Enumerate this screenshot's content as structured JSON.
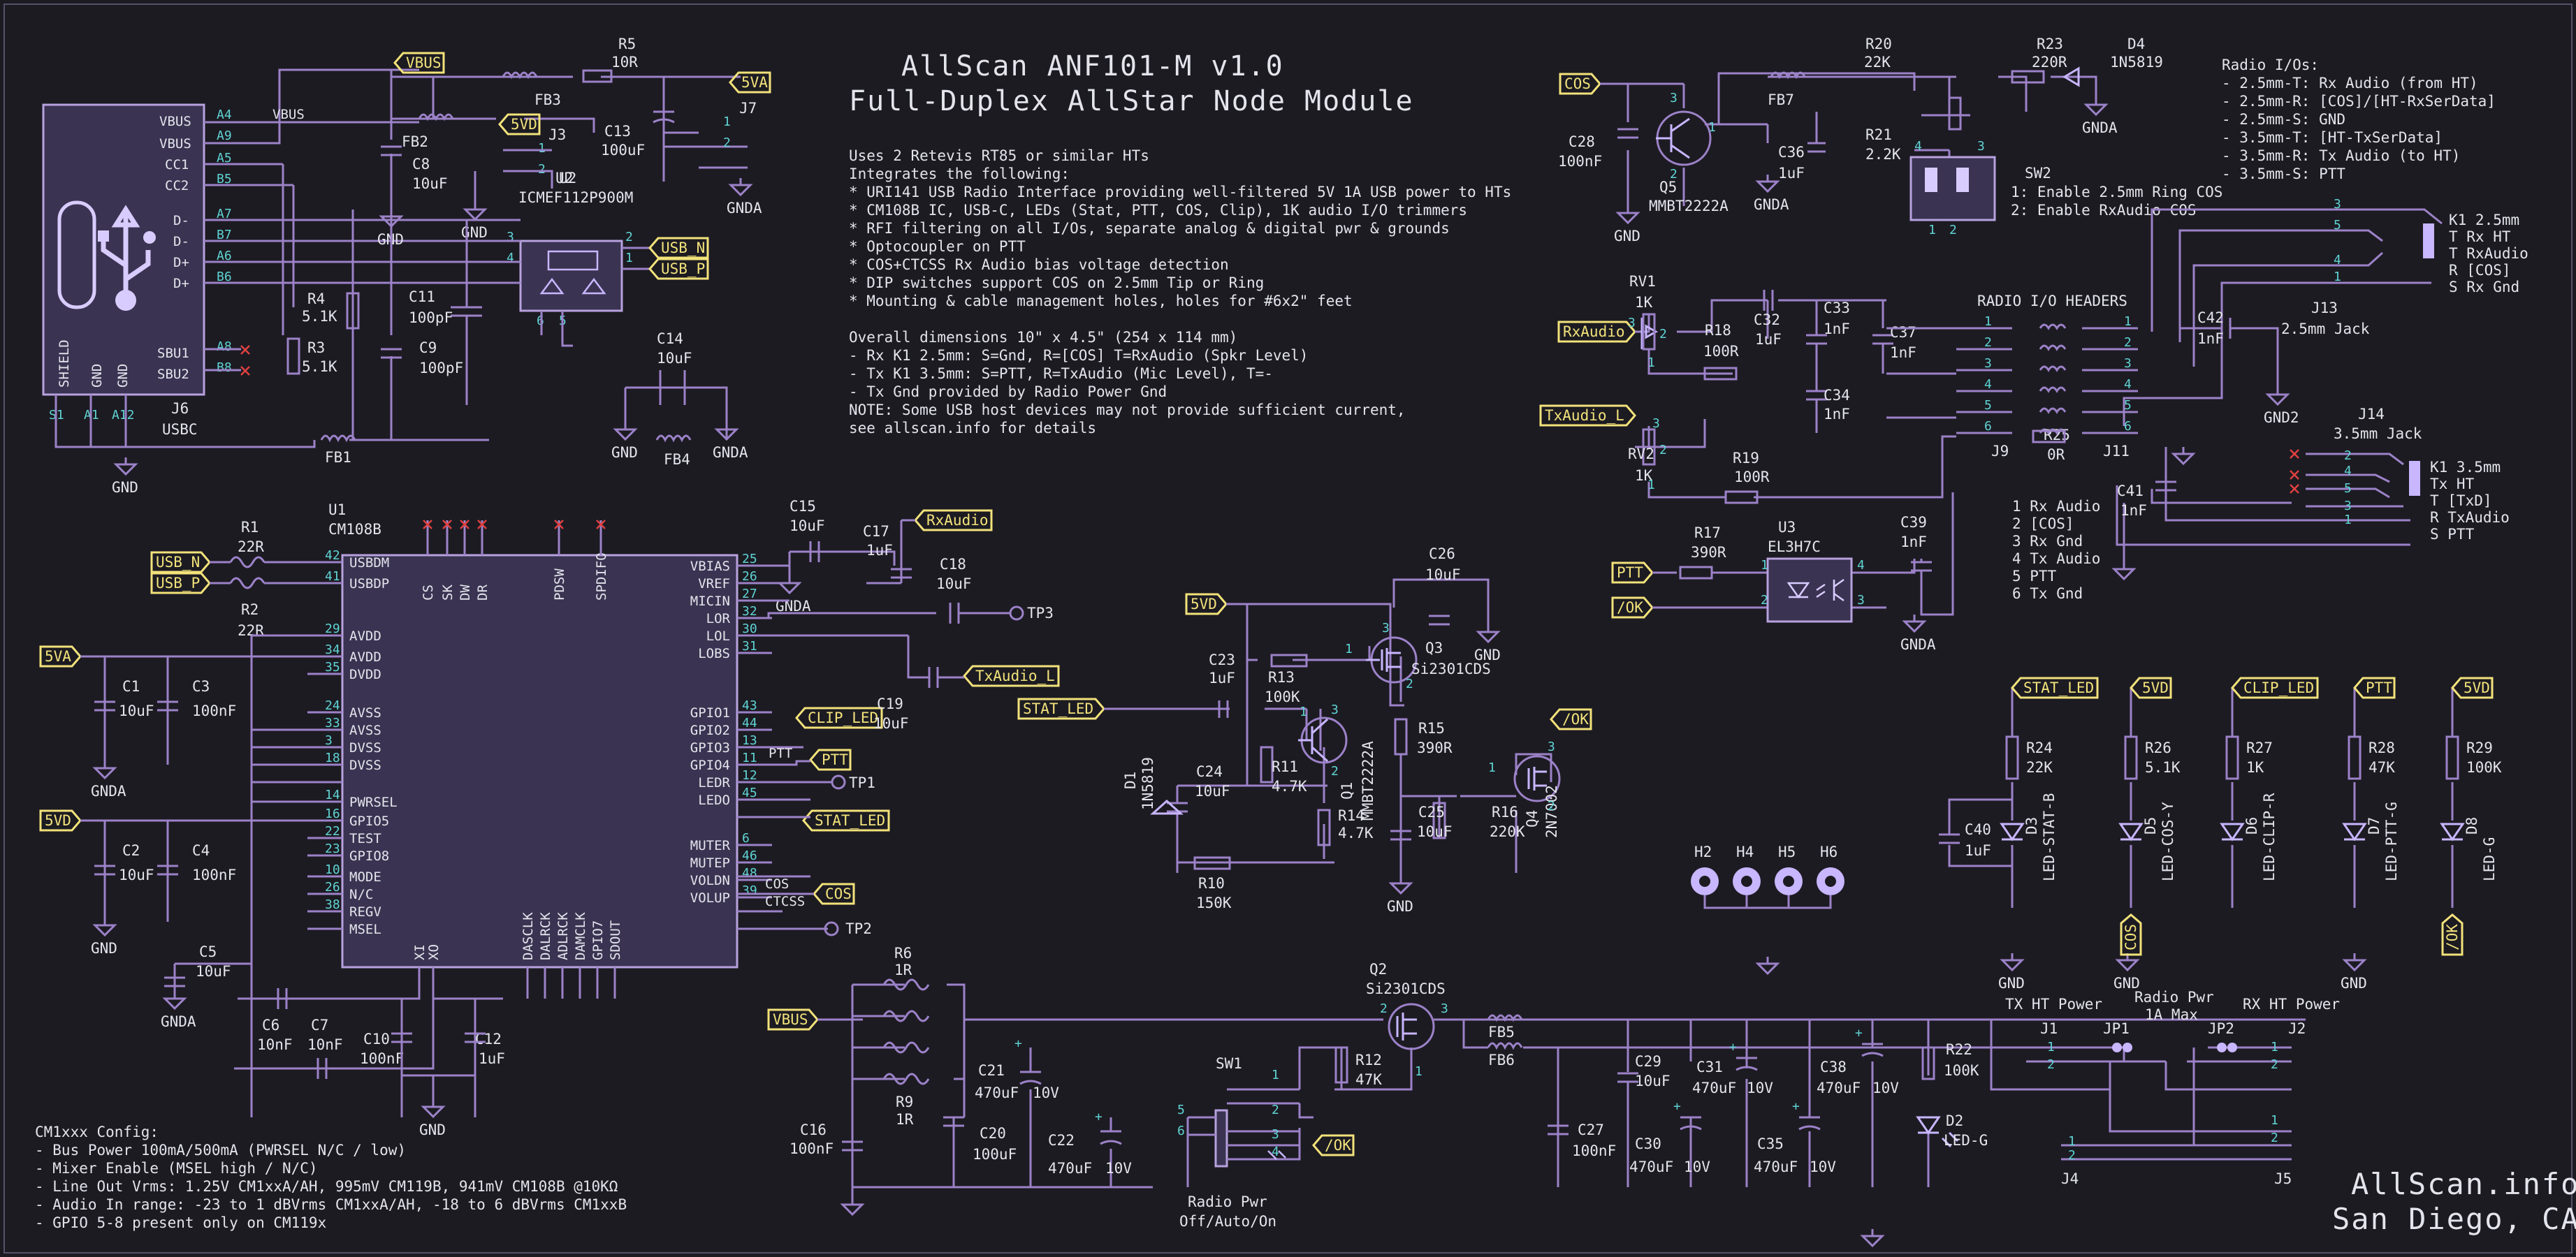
{
  "title": {
    "line1": "AllScan  ANF101-M  v1.0",
    "line2": "Full-Duplex AllStar Node Module"
  },
  "description": [
    "Uses 2 Retevis RT85 or similar HTs",
    "Integrates the following:",
    "* URI141 USB Radio Interface providing well-filtered 5V 1A USB power to HTs",
    "* CM108B IC, USB-C, LEDs (Stat, PTT, COS, Clip), 1K audio I/O trimmers",
    "* RFI filtering on all I/Os, separate analog & digital pwr & grounds",
    "* Optocoupler on PTT",
    "* COS+CTCSS Rx Audio bias voltage detection",
    "* DIP switches support COS on 2.5mm Tip or Ring",
    "* Mounting & cable management holes, holes for #6x2\" feet",
    "",
    "Overall dimensions 10\" x 4.5\" (254 x 114 mm)",
    "- Rx K1 2.5mm: S=Gnd, R=[COS] T=RxAudio (Spkr Level)",
    "- Tx K1 3.5mm: S=PTT, R=TxAudio (Mic Level), T=-",
    "- Tx Gnd provided by Radio Power Gnd",
    "NOTE: Some USB host devices may not provide sufficient current,",
    "see allscan.info for details"
  ],
  "radio_io": [
    "Radio I/Os:",
    "- 2.5mm-T: Rx Audio (from HT)",
    "- 2.5mm-R: [COS]/[HT-RxSerData]",
    "- 2.5mm-S: GND",
    "- 3.5mm-T: [HT-TxSerData]",
    "- 3.5mm-R: Tx Audio (to HT)",
    "- 3.5mm-S: PTT"
  ],
  "cm1xxx": [
    "CM1xxx Config:",
    "- Bus Power 100mA/500mA (PWRSEL N/C / low)",
    "- Mixer Enable (MSEL high / N/C)",
    "- Line Out Vrms: 1.25V CM1xxA/AH, 995mV CM119B, 941mV CM108B @10KΩ",
    "- Audio In range: -23 to 1 dBVrms CM1xxA/AH, -18 to 6 dBVrms CM1xxB",
    "- GPIO 5-8 present only on CM119x"
  ],
  "headers": {
    "radio_io_headers": "RADIO I/O HEADERS",
    "list": [
      "1 Rx Audio",
      "2 [COS]",
      "3 Rx Gnd",
      "4 Tx Audio",
      "5 PTT",
      "6 Tx Gnd"
    ],
    "k1_25": [
      "K1 2.5mm",
      "S Rx Gnd",
      "R [COS]",
      "T RxAudio",
      "T Rx HT"
    ],
    "k1_35": [
      "K1 3.5mm",
      "Tx HT",
      "T [TxD]",
      "R TxAudio",
      "S PTT"
    ],
    "j13": "J13",
    "j13_sub": "2.5mm Jack",
    "j14": "J14",
    "j14_sub": "3.5mm Jack",
    "sw2_1": "1: Enable 2.5mm Ring COS",
    "sw2_2": "2: Enable RxAudio COS"
  },
  "power": {
    "tx_ht_power": "TX HT Power",
    "radio_pwr": "Radio Pwr",
    "max": "1A Max",
    "rx_ht_power": "RX HT Power",
    "sw1_label1": "Radio Pwr",
    "sw1_label2": "Off/Auto/On"
  },
  "brand": {
    "line1": "AllScan.info",
    "line2": "San Diego, CA"
  },
  "nets": {
    "vbus": "VBUS",
    "v5a": "5VA",
    "v5d": "5VD",
    "usb_n": "USB_N",
    "usb_p": "USB_P",
    "rxaudio": "RxAudio",
    "txaudio_l": "TxAudio_L",
    "clip_led": "CLIP_LED",
    "ptt": "PTT",
    "stat_led": "STAT_LED",
    "cos": "COS",
    "ok": "/OK",
    "gnd": "GND",
    "gnda": "GNDA",
    "gnd2": "GND2"
  },
  "u1": {
    "ref": "U1",
    "name": "CM108B",
    "left_pins": [
      "USBDM",
      "USBDP",
      "AVDD",
      "AVDD",
      "DVDD",
      "AVSS",
      "AVSS",
      "DVSS",
      "DVSS",
      "PWRSEL",
      "GPIO5",
      "TEST",
      "GPIO8",
      "MODE",
      "N/C",
      "REGV",
      "MSEL"
    ],
    "right_pins": [
      "VBIAS",
      "VREF",
      "MICIN",
      "LOR",
      "LOL",
      "LOBS",
      "GPIO1",
      "GPIO2",
      "GPIO3",
      "GPIO4",
      "LEDR",
      "LEDO",
      "MUTER",
      "MUTEP",
      "VOLDN",
      "VOLUP"
    ],
    "top_pins": [
      "CS",
      "SK",
      "DW",
      "DR",
      "PDSW",
      "SPDIFO"
    ],
    "bottom_pins": [
      "XI",
      "XO",
      "DASCLK",
      "DALRCK",
      "ADLRCK",
      "DAMCLK",
      "GPIO7",
      "SDOUT"
    ]
  },
  "components": {
    "r5": [
      "R5",
      "10R"
    ],
    "fb3": [
      "FB3",
      ""
    ],
    "fb2": [
      "FB2",
      ""
    ],
    "c8": [
      "C8",
      "10uF"
    ],
    "c13": [
      "C13",
      "100uF"
    ],
    "j7": [
      "J7",
      ""
    ],
    "j3": [
      "J3",
      ""
    ],
    "u2": [
      "U2",
      "ICMEF112P900M"
    ],
    "c11": [
      "C11",
      "100pF"
    ],
    "c9": [
      "C9",
      "100pF"
    ],
    "r4": [
      "R4",
      "5.1K"
    ],
    "r3": [
      "R3",
      "5.1K"
    ],
    "c14": [
      "C14",
      "10uF"
    ],
    "fb4": [
      "FB4",
      ""
    ],
    "fb1": [
      "FB1",
      ""
    ],
    "j6": [
      "J6",
      "USBC"
    ],
    "r1": [
      "R1",
      "22R"
    ],
    "r2": [
      "R2",
      "22R"
    ],
    "c1": [
      "C1",
      "10uF"
    ],
    "c3": [
      "C3",
      "100nF"
    ],
    "c2": [
      "C2",
      "10uF"
    ],
    "c4": [
      "C4",
      "100nF"
    ],
    "c5": [
      "C5",
      "10uF"
    ],
    "c6": [
      "C6",
      "10nF"
    ],
    "c7": [
      "C7",
      "10nF"
    ],
    "c10": [
      "C10",
      "100nF"
    ],
    "c12": [
      "C12",
      "1uF"
    ],
    "c15": [
      "C15",
      "10uF"
    ],
    "c17": [
      "C17",
      "1uF"
    ],
    "c18": [
      "C18",
      "10uF"
    ],
    "c19": [
      "C19",
      "10uF"
    ],
    "tp1": "TP1",
    "tp2": "TP2",
    "tp3": "TP3",
    "c26": [
      "C26",
      "10uF"
    ],
    "c23": [
      "C23",
      "1uF"
    ],
    "r13": [
      "R13",
      "100K"
    ],
    "q3": [
      "Q3",
      "Si2301CDS"
    ],
    "r15": [
      "R15",
      "390R"
    ],
    "q1": [
      "Q1",
      "MMBT2222A"
    ],
    "r11": [
      "R11",
      "4.7K"
    ],
    "c24": [
      "C24",
      "10uF"
    ],
    "d1": [
      "D1",
      "1N5819"
    ],
    "r14": [
      "R14",
      "4.7K"
    ],
    "c25": [
      "C25",
      "10uF"
    ],
    "r16": [
      "R16",
      "220K"
    ],
    "q4": [
      "Q4",
      "2N7002"
    ],
    "r10": [
      "R10",
      "150K"
    ],
    "r20": [
      "R20",
      "22K"
    ],
    "r23": [
      "R23",
      "220R"
    ],
    "d4": [
      "D4",
      "1N5819"
    ],
    "fb7": [
      "FB7",
      ""
    ],
    "r21": [
      "R21",
      "2.2K"
    ],
    "c28": [
      "C28",
      "100nF"
    ],
    "q5": [
      "Q5",
      "MMBT2222A"
    ],
    "c36": [
      "C36",
      "1uF"
    ],
    "sw2": [
      "SW2",
      ""
    ],
    "rv1": [
      "RV1",
      "1K"
    ],
    "r18": [
      "R18",
      "100R"
    ],
    "c32": [
      "C32",
      "1uF"
    ],
    "c33": [
      "C33",
      "1nF"
    ],
    "c37": [
      "C37",
      "1nF"
    ],
    "c34": [
      "C34",
      "1nF"
    ],
    "rv2": [
      "RV2",
      "1K"
    ],
    "r19": [
      "R19",
      "100R"
    ],
    "j9": [
      "J9",
      ""
    ],
    "r25": [
      "R25",
      "0R"
    ],
    "j11": [
      "J11",
      ""
    ],
    "c42": [
      "C42",
      "1nF"
    ],
    "c41": [
      "C41",
      "1nF"
    ],
    "r17": [
      "R17",
      "390R"
    ],
    "u3": [
      "U3",
      "EL3H7C"
    ],
    "c39": [
      "C39",
      "1nF"
    ],
    "r24": [
      "R24",
      "22K"
    ],
    "d3": [
      "D3",
      "LED-STAT-B"
    ],
    "c40": [
      "C40",
      "1uF"
    ],
    "r26": [
      "R26",
      "5.1K"
    ],
    "d5": [
      "D5",
      "LED-COS-Y"
    ],
    "r27": [
      "R27",
      "1K"
    ],
    "d6": [
      "D6",
      "LED-CLIP-R"
    ],
    "r28": [
      "R28",
      "47K"
    ],
    "d7": [
      "D7",
      "LED-PTT-G"
    ],
    "r29": [
      "R29",
      "100K"
    ],
    "d8": [
      "D8",
      "LED-G"
    ],
    "h": [
      "H2",
      "H4",
      "H5",
      "H6"
    ],
    "r6": [
      "R6",
      "1R"
    ],
    "r9": [
      "R9",
      "1R"
    ],
    "c16": [
      "C16",
      "100nF"
    ],
    "c20": [
      "C20",
      "100uF"
    ],
    "c21": [
      "C21",
      "470uF",
      "10V"
    ],
    "c22": [
      "C22",
      "470uF",
      "10V"
    ],
    "sw1": [
      "SW1",
      ""
    ],
    "q2": [
      "Q2",
      "Si2301CDS"
    ],
    "r12": [
      "R12",
      "47K"
    ],
    "fb5": [
      "FB5",
      ""
    ],
    "fb6": [
      "FB6",
      ""
    ],
    "c27": [
      "C27",
      "100nF"
    ],
    "c29": [
      "C29",
      "10uF"
    ],
    "c30": [
      "C30",
      "470uF",
      "10V"
    ],
    "c31": [
      "C31",
      "470uF",
      "10V"
    ],
    "c35": [
      "C35",
      "470uF",
      "10V"
    ],
    "c38": [
      "C38",
      "470uF",
      "10V"
    ],
    "r22": [
      "R22",
      "100K"
    ],
    "d2": [
      "D2",
      "LED-G"
    ],
    "j1": [
      "J1",
      ""
    ],
    "jp1": [
      "JP1",
      ""
    ],
    "jp2": [
      "JP2",
      ""
    ],
    "j2": [
      "J2",
      ""
    ],
    "j4": [
      "J4",
      ""
    ],
    "j5": [
      "J5",
      ""
    ]
  }
}
